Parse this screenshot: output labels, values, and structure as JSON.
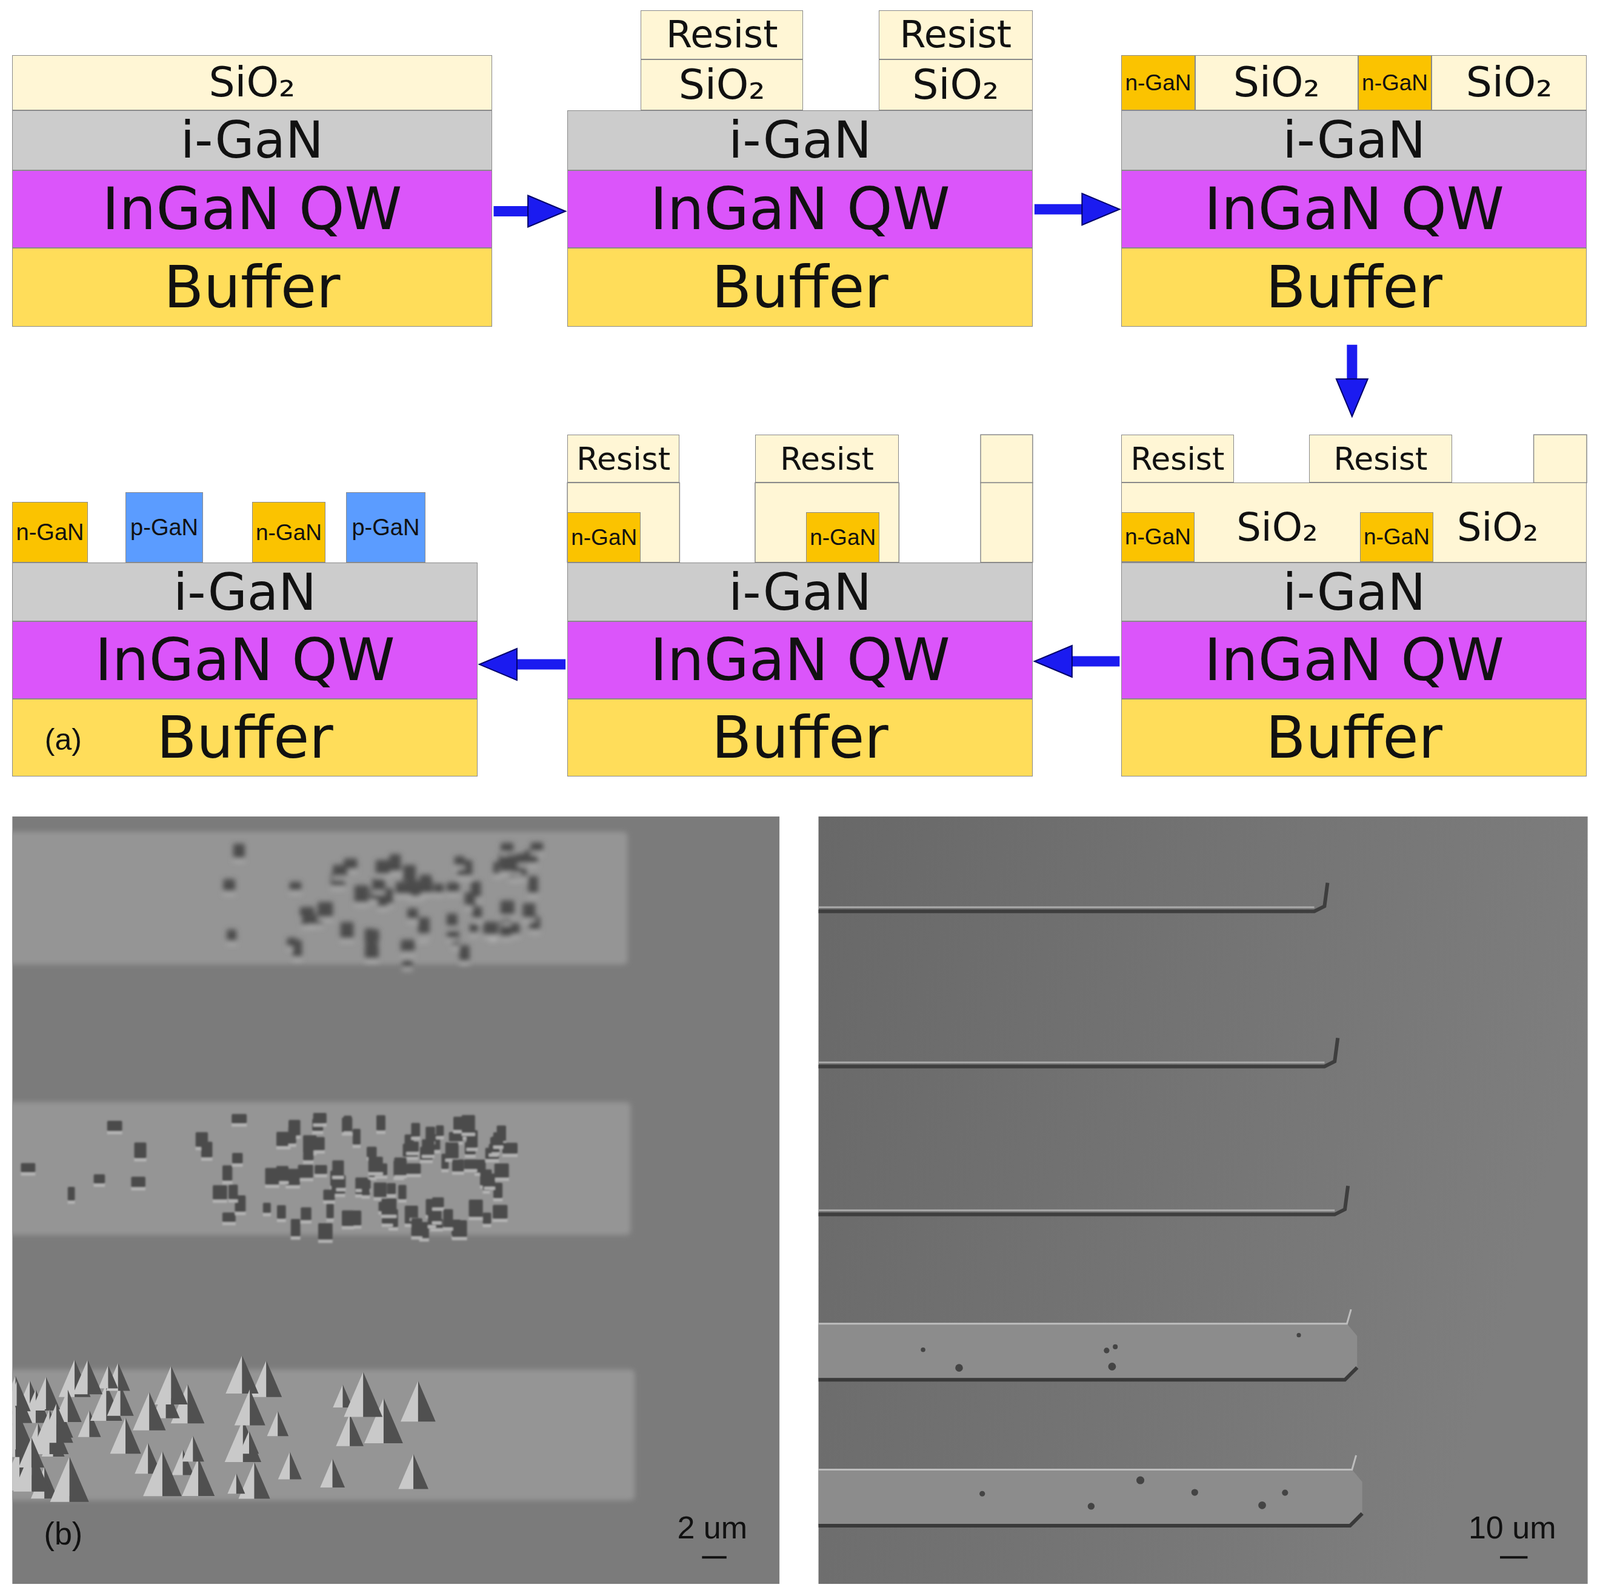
{
  "diagram": {
    "nodes": [
      {
        "text": [
          "SiO₂"
        ]
      },
      {
        "text": [
          "i-GaN"
        ]
      },
      {
        "text": [
          "InGaN QW"
        ]
      },
      {
        "text": [
          "Buffer"
        ]
      },
      {
        "text": [
          "Resist"
        ]
      },
      {
        "text": [
          "Resist"
        ]
      },
      {
        "text": [
          "SiO₂"
        ]
      },
      {
        "text": [
          "SiO₂"
        ]
      },
      {
        "text": [
          "i-GaN"
        ]
      },
      {
        "text": [
          "InGaN QW"
        ]
      },
      {
        "text": [
          "Buffer"
        ]
      },
      {
        "text": [
          "n-GaN"
        ]
      },
      {
        "text": [
          "SiO₂"
        ]
      },
      {
        "text": [
          "n-GaN"
        ]
      },
      {
        "text": [
          "SiO₂"
        ]
      },
      {
        "text": [
          "i-GaN"
        ]
      },
      {
        "text": [
          "InGaN QW"
        ]
      },
      {
        "text": [
          "Buffer"
        ]
      },
      {
        "text": [
          "n-GaN"
        ]
      },
      {
        "text": [
          "p-GaN"
        ]
      },
      {
        "text": [
          "n-GaN"
        ]
      },
      {
        "text": [
          "p-GaN"
        ]
      },
      {
        "text": [
          "i-GaN"
        ]
      },
      {
        "text": [
          "InGaN QW"
        ]
      },
      {
        "text": [
          "Buffer"
        ]
      },
      {
        "text": [
          "Resist"
        ]
      },
      {
        "text": [
          "Resist"
        ]
      },
      {
        "text": [
          "n-GaN"
        ]
      },
      {
        "text": [
          "n-GaN"
        ]
      },
      {
        "text": [
          "i-GaN"
        ]
      },
      {
        "text": [
          "InGaN QW"
        ]
      },
      {
        "text": [
          "Buffer"
        ]
      },
      {
        "text": [
          "Resist"
        ]
      },
      {
        "text": [
          "Resist"
        ]
      },
      {
        "text": [
          "SiO₂",
          "SiO₂"
        ]
      },
      {
        "text": [
          "n-GaN"
        ],
        "in": 34
      },
      {
        "text": [
          "n-GaN"
        ],
        "in": 34
      },
      {
        "text": [
          "i-GaN"
        ]
      },
      {
        "text": [
          "InGaN QW"
        ]
      },
      {
        "text": [
          "Buffer"
        ]
      }
    ],
    "edges": [
      {
        "from": 2,
        "to": 9,
        "arrow": "to"
      },
      {
        "from": 9,
        "to": 16,
        "arrow": "to"
      },
      {
        "from": 17,
        "to": 33,
        "arrow": "to"
      },
      {
        "from": 38,
        "to": 30,
        "arrow": "to"
      },
      {
        "from": 30,
        "to": 23,
        "arrow": "to"
      }
    ],
    "labels": [
      "(a)",
      "(b)",
      "2 um",
      "10 um"
    ]
  }
}
